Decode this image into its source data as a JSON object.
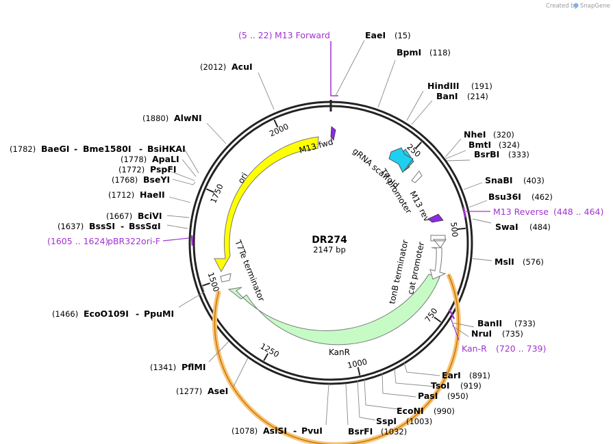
{
  "header": {
    "credit_text": "Created by",
    "brand": "SnapGene"
  },
  "plasmid": {
    "name": "DR274",
    "length_label": "2147 bp"
  },
  "ticks": [
    "250",
    "500",
    "750",
    "1000",
    "1250",
    "1500",
    "1750",
    "2000"
  ],
  "features": {
    "m13_fwd": "M13 fwd",
    "grna": "gRNA scaffold",
    "t7p": "T7 promoter",
    "m13_rev": "M13 rev",
    "cat_promoter": "cat promoter",
    "tonb": "tonB terminator",
    "kanr": "KanR",
    "t7te": "T7Te terminator",
    "ori": "ori"
  },
  "primers": {
    "m13f": {
      "pos": "(5 .. 22)",
      "name": "M13 Forward"
    },
    "m13r": {
      "name": "M13 Reverse",
      "pos": "(448 .. 464)"
    },
    "kanr": {
      "name": "Kan-R",
      "pos": "(720 .. 739)"
    },
    "pbr": {
      "pos": "(1605 .. 1624)",
      "name": "pBR322ori-F"
    }
  },
  "sites": {
    "eae": {
      "name": "EaeI",
      "pos": "(15)"
    },
    "bpm": {
      "name": "BpmI",
      "pos": "(118)"
    },
    "hind": {
      "name": "HindIII",
      "pos": "(191)"
    },
    "ban1": {
      "name": "BanI",
      "pos": "(214)"
    },
    "nhe": {
      "name": "NheI",
      "pos": "(320)"
    },
    "bmt": {
      "name": "BmtI",
      "pos": "(324)"
    },
    "bsrb": {
      "name": "BsrBI",
      "pos": "(333)"
    },
    "sna": {
      "name": "SnaBI",
      "pos": "(403)"
    },
    "bsu": {
      "name": "Bsu36I",
      "pos": "(462)"
    },
    "swa": {
      "name": "SwaI",
      "pos": "(484)"
    },
    "msl": {
      "name": "MslI",
      "pos": "(576)"
    },
    "ban2": {
      "name": "BanII",
      "pos": "(733)"
    },
    "nru": {
      "name": "NruI",
      "pos": "(735)"
    },
    "ear": {
      "name": "EarI",
      "pos": "(891)"
    },
    "tso": {
      "name": "TsoI",
      "pos": "(919)"
    },
    "pas": {
      "name": "PasI",
      "pos": "(950)"
    },
    "econ": {
      "name": "EcoNI",
      "pos": "(990)"
    },
    "ssp": {
      "name": "SspI",
      "pos": "(1003)"
    },
    "bsrf": {
      "name": "BsrFI",
      "pos": "(1032)"
    },
    "asis": {
      "pos": "(1078)",
      "name": "AsiSI",
      "name2": "PvuI"
    },
    "ase": {
      "pos": "(1277)",
      "name": "AseI"
    },
    "pfl": {
      "pos": "(1341)",
      "name": "PflMI"
    },
    "eco109": {
      "pos": "(1466)",
      "name": "EcoO109I",
      "name2": "PpuMI"
    },
    "bss": {
      "pos": "(1637)",
      "name": "BssSI",
      "name2": "BssSαI"
    },
    "bci": {
      "pos": "(1667)",
      "name": "BciVI"
    },
    "hae": {
      "pos": "(1712)",
      "name": "HaeII"
    },
    "bsey": {
      "pos": "(1768)",
      "name": "BseYI"
    },
    "pspf": {
      "pos": "(1772)",
      "name": "PspFI"
    },
    "apal": {
      "pos": "(1778)",
      "name": "ApaLI"
    },
    "baeg": {
      "pos": "(1782)",
      "name": "BaeGI",
      "name2": "Bme1580I",
      "name3": "BsiHKAI"
    },
    "alwn": {
      "pos": "(1880)",
      "name": "AlwNI"
    },
    "acu": {
      "pos": "(2012)",
      "name": "AcuI"
    }
  },
  "separator": "-",
  "colors": {
    "ori": "#ffff00",
    "kanr": "#c6fbc6",
    "grna": "#1ed0f0",
    "primer": "#a132d1",
    "orange_highlight": "#f5c57a",
    "backbone": "#222222"
  }
}
